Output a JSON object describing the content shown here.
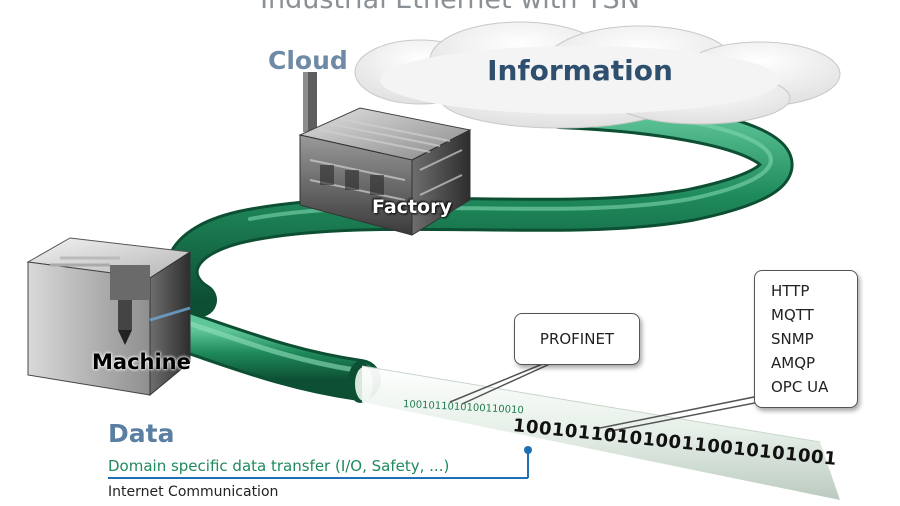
{
  "title": "Industrial Ethernet with TSN",
  "cloud_label": "Cloud",
  "information_label": "Information",
  "factory_label": "Factory",
  "machine_label": "Machine",
  "profinet_label": "PROFINET",
  "protocols": [
    "HTTP",
    "MQTT",
    "SNMP",
    "AMQP",
    "OPC UA"
  ],
  "bits_small": "1001011010100110010",
  "bits_large": "1001011010100110010101001",
  "data_heading": "Data",
  "domain_text": "Domain specific data transfer (I/O, Safety, ...)",
  "internet_text": "Internet Communication",
  "colors": {
    "cable_green": "#1f8a5c",
    "data_blue": "#5b7fa2",
    "domain_green": "#1f8a5c",
    "connector_blue": "#1f6fb5"
  }
}
